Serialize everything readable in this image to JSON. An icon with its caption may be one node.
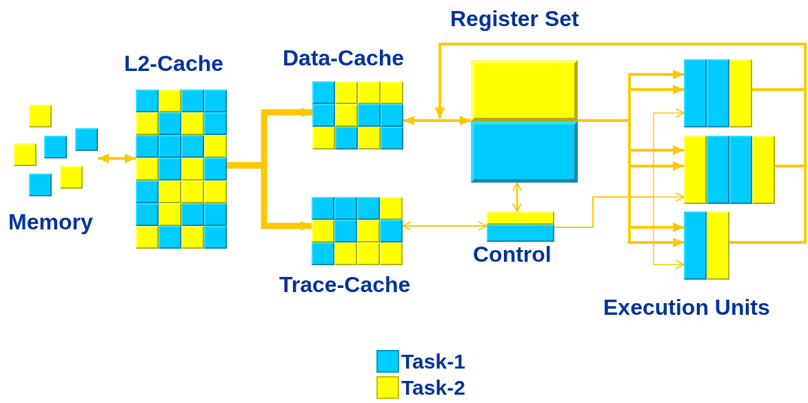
{
  "diagram": {
    "nodes": [
      {
        "text": [],
        "shape": "box",
        "beside": [
          "Memory"
        ]
      },
      {
        "text": [],
        "shape": "box",
        "beside": [
          "L2-Cache"
        ]
      },
      {
        "text": [],
        "shape": "box",
        "beside": [
          "Data-Cache"
        ]
      },
      {
        "text": [],
        "shape": "box",
        "beside": [
          "Trace-Cache"
        ]
      },
      {
        "text": [],
        "shape": "box",
        "beside": [
          "Register Set"
        ]
      },
      {
        "text": [],
        "shape": "box",
        "beside": [
          "Control"
        ]
      },
      {
        "text": [],
        "shape": "box"
      },
      {
        "text": [],
        "shape": "box"
      },
      {
        "text": [],
        "shape": "box"
      }
    ],
    "edges": [
      {
        "from": 0,
        "to": 1,
        "arrow": "both"
      },
      {
        "from": 1,
        "to": 2,
        "arrow": "to",
        "style": "thick"
      },
      {
        "from": 1,
        "to": 3,
        "arrow": "to",
        "style": "thick"
      },
      {
        "from": 2,
        "to": 4,
        "arrow": "both"
      },
      {
        "from": 3,
        "to": 5,
        "arrow": "both"
      },
      {
        "from": 4,
        "to": 5,
        "arrow": "both"
      },
      {
        "from": 4,
        "to": 6,
        "arrow": "to"
      },
      {
        "from": 4,
        "to": 6,
        "arrow": "to"
      },
      {
        "from": 4,
        "to": 7,
        "arrow": "to"
      },
      {
        "from": 4,
        "to": 7,
        "arrow": "to"
      },
      {
        "from": 4,
        "to": 8,
        "arrow": "to"
      },
      {
        "from": 4,
        "to": 8,
        "arrow": "to"
      },
      {
        "from": 5,
        "to": 6,
        "arrow": "to"
      },
      {
        "from": 5,
        "to": 7,
        "arrow": "to"
      },
      {
        "from": 5,
        "to": 8,
        "arrow": "to"
      },
      {
        "from": 6,
        "to": 4,
        "arrow": "to"
      },
      {
        "from": 7,
        "to": 4,
        "arrow": "to"
      },
      {
        "from": 8,
        "to": 4,
        "arrow": "to"
      }
    ],
    "labels": [
      "Execution Units"
    ],
    "legend": [
      {
        "text": "Task-1",
        "color": "#00ccff"
      },
      {
        "text": "Task-2",
        "color": "#ffff00"
      }
    ]
  }
}
